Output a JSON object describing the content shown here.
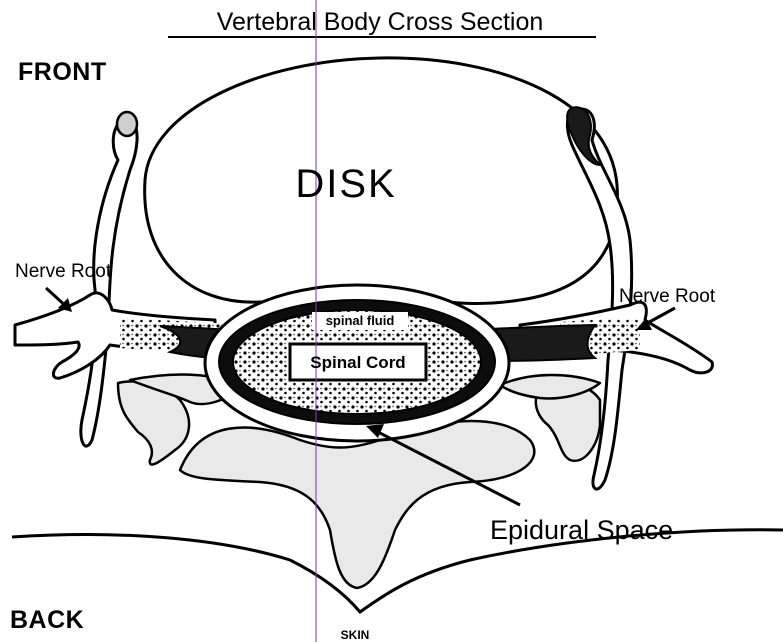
{
  "diagram": {
    "title": "Vertebral Body Cross Section",
    "labels": {
      "front": "FRONT",
      "back": "BACK",
      "disk": "DISK",
      "nerve_root_left": "Nerve Root",
      "nerve_root_right": "Nerve Root",
      "spinal_fluid": "spinal fluid",
      "spinal_cord": "Spinal Cord",
      "epidural_space": "Epidural Space",
      "skin": "SKIN"
    },
    "colors": {
      "ink": "#000000",
      "bone_fill": "#e9e9e9",
      "background": "#ffffff",
      "scan_line": "#7b3fbf"
    }
  }
}
